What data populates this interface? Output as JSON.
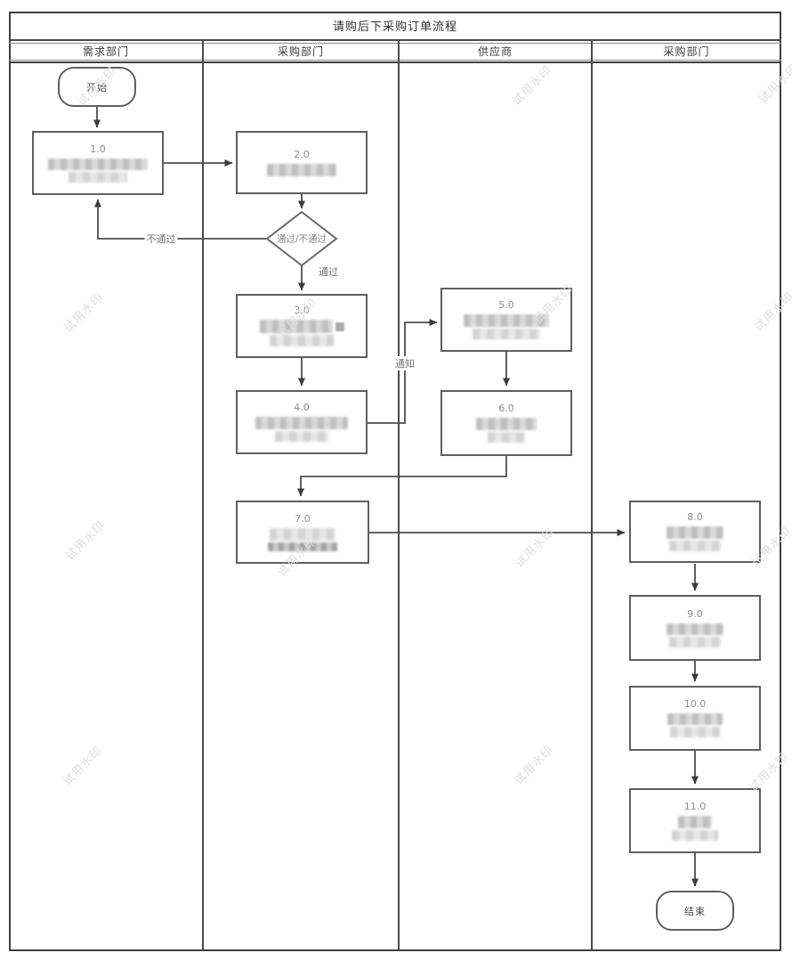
{
  "diagram": {
    "title": "请购后下采购订单流程",
    "lanes": [
      {
        "label": "需求部门"
      },
      {
        "label": "采购部门"
      },
      {
        "label": "供应商"
      },
      {
        "label": "采购部门"
      }
    ],
    "start_label": "开始",
    "end_label": "结束",
    "decision_label": "通过/不通过",
    "edge_labels": {
      "reject": "不通过",
      "approve": "通过",
      "notify": "通知"
    },
    "steps": [
      {
        "number": "1.0"
      },
      {
        "number": "2.0"
      },
      {
        "number": "3.0"
      },
      {
        "number": "4.0"
      },
      {
        "number": "5.0"
      },
      {
        "number": "6.0"
      },
      {
        "number": "7.0"
      },
      {
        "number": "8.0"
      },
      {
        "number": "9.0"
      },
      {
        "number": "10.0"
      },
      {
        "number": "11.0"
      }
    ],
    "watermark_text": "试用水印",
    "colors": {
      "line": "#4f4f4f",
      "box_border": "#5f5f5f",
      "number_text": "#8c8c8c",
      "watermark": "#dedede"
    }
  }
}
